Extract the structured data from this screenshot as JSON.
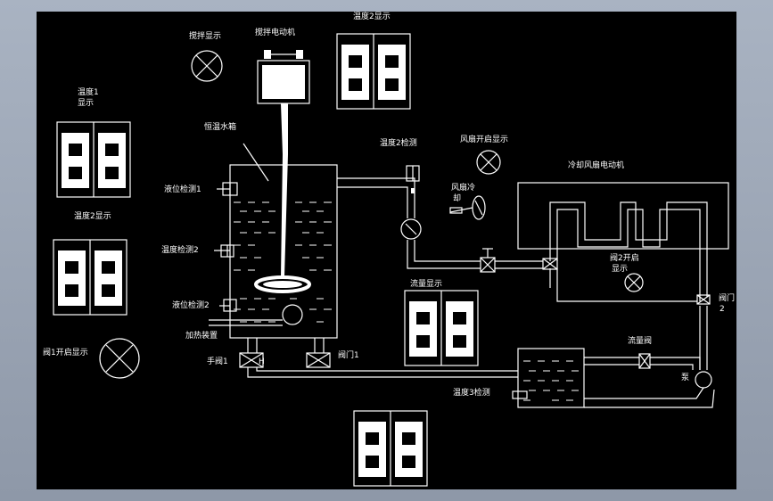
{
  "labels": {
    "stir_display": "搅拌显示",
    "stir_motor": "搅拌电动机",
    "temp2_display_top": "温度2显示",
    "temp1_display_line1": "温度1",
    "temp1_display_line2": "显示",
    "thermostatic_tank": "恒温水箱",
    "temp2_detect": "温度2检测",
    "fan_on_display": "风扇开启显示",
    "cooling_fan_motor": "冷却风扇电动机",
    "fan_cool_line1": "风扇冷",
    "fan_cool_line2": "却",
    "level_detect1": "液位检测1",
    "temp_detect2": "温度检测2",
    "temp2_display_left": "温度2显示",
    "valve2_on_line1": "阀2开启",
    "valve2_on_line2": "显示",
    "flow_display": "流量显示",
    "level_detect2": "液位检测2",
    "valve2_line1": "阀门",
    "valve2_line2": "2",
    "heater": "加热装置",
    "valve1_on_display": "阀1开启显示",
    "manual_valve1": "手阀1",
    "h_mark": "H",
    "valve1": "阀门1",
    "flow_valve": "流量阀",
    "pump": "泵",
    "temp3_detect": "温度3检测"
  },
  "displays": {
    "temp2_top": "88",
    "temp1": "88",
    "temp2_left": "88",
    "flow": "88",
    "bottom": "88"
  },
  "colors": {
    "background": "#000000",
    "line": "#ffffff",
    "frame": "#9aa4b4"
  }
}
